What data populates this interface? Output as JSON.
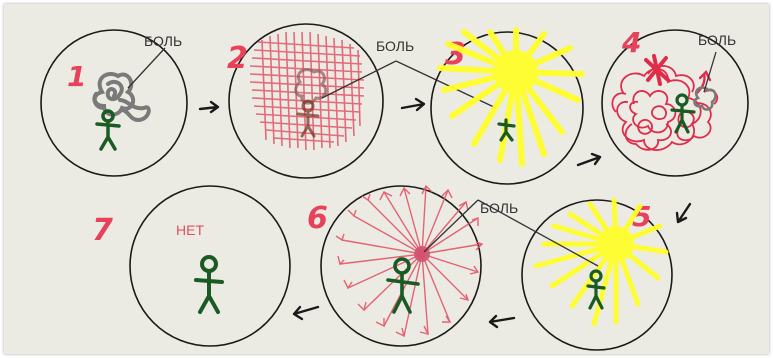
{
  "diagram": {
    "pain_label": "БОЛЬ",
    "none_label": "НЕТ",
    "step_numbers": [
      "1",
      "2",
      "3",
      "4",
      "5",
      "6",
      "7"
    ],
    "colors": {
      "background": "#ecebe3",
      "circle_stroke": "#1a1a1a",
      "step_number": "#e8415a",
      "pain_scribble_gray": "#7a7a7a",
      "pain_red": "#e02c4a",
      "light_yellow": "#ffff2a",
      "figure_green": "#1a5a23",
      "arrow": "#1a1a1a"
    }
  }
}
